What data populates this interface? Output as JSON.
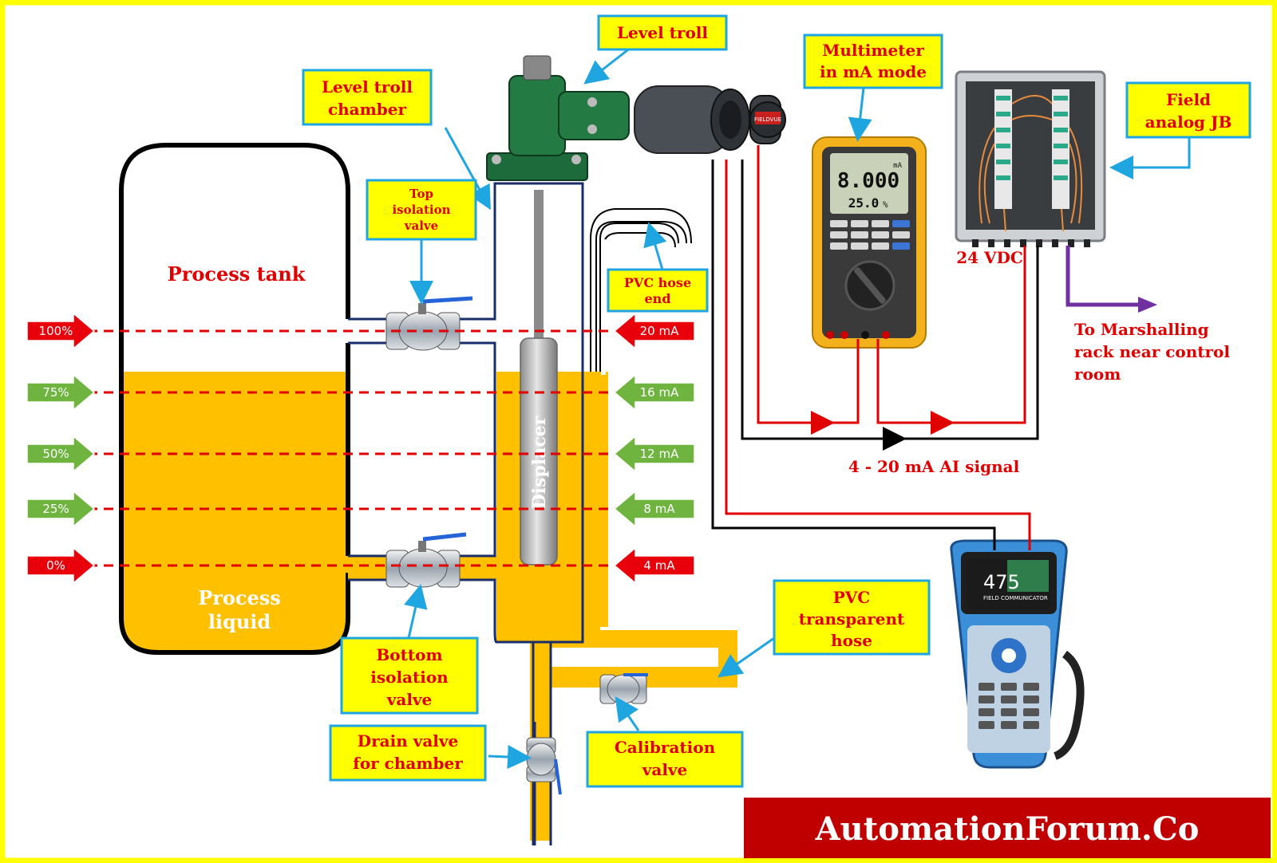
{
  "labels": {
    "level_troll": "Level troll",
    "level_troll_chamber": [
      "Level troll",
      "chamber"
    ],
    "multimeter": [
      "Multimeter",
      "in mA mode"
    ],
    "field_jb": [
      "Field",
      "analog JB"
    ],
    "top_isolation_valve": [
      "Top",
      "isolation",
      "valve"
    ],
    "pvc_hose_end": [
      "PVC hose",
      "end"
    ],
    "process_tank": "Process tank",
    "process_liquid": [
      "Process",
      "liquid"
    ],
    "displacer": "Displacer",
    "bottom_isolation_valve": [
      "Bottom",
      "isolation",
      "valve"
    ],
    "pvc_transparent_hose": [
      "PVC",
      "transparent",
      "hose"
    ],
    "drain_valve": [
      "Drain valve",
      "for chamber"
    ],
    "calibration_valve": [
      "Calibration",
      "valve"
    ],
    "supply_voltage": "24 VDC",
    "marshalling": [
      "To Marshalling",
      "rack near control",
      "room"
    ],
    "ai_signal": "4 - 20 mA AI signal",
    "brand": "AutomationForum.Co"
  },
  "levels": [
    {
      "percent": "100%",
      "current": "20 mA",
      "color": "#e8000b"
    },
    {
      "percent": "75%",
      "current": "16 mA",
      "color": "#6fb43f"
    },
    {
      "percent": "50%",
      "current": "12 mA",
      "color": "#6fb43f"
    },
    {
      "percent": "25%",
      "current": "8 mA",
      "color": "#6fb43f"
    },
    {
      "percent": "0%",
      "current": "4 mA",
      "color": "#e8000b"
    }
  ],
  "multimeter_display": {
    "reading": "8.000",
    "unit": "mA",
    "percent": "25.0"
  },
  "communicator": {
    "model": "475",
    "subtitle": "FIELD COMMUNICATOR"
  },
  "transmitter_badge": "FIELDVUE",
  "colors": {
    "frame": "#ffff00",
    "liquid": "#ffc000",
    "label_text": "#e00000",
    "callout_border": "#1fa6e0",
    "brand_bg": "#c00000"
  }
}
